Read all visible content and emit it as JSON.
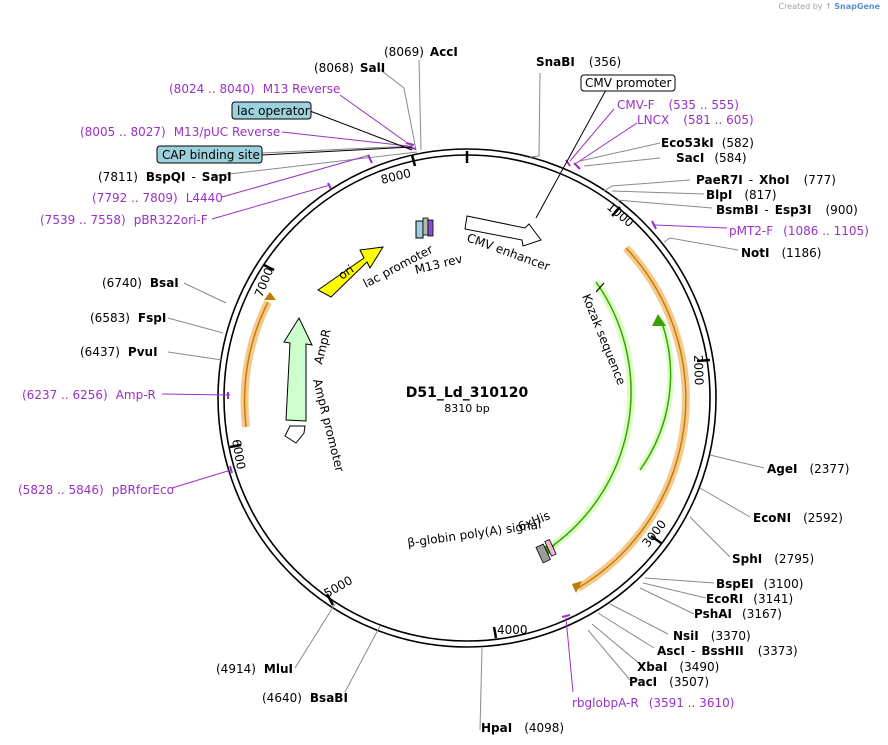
{
  "creator": {
    "prefix": "Created by",
    "brand": "SnapGene"
  },
  "plasmid": {
    "name": "D51_Ld_310120",
    "size": "8310 bp"
  },
  "ticks": [
    "1000",
    "2000",
    "3000",
    "4000",
    "5000",
    "6000",
    "7000",
    "8000"
  ],
  "enzymes": [
    {
      "name": "AccI",
      "pos": "(8069)"
    },
    {
      "name": "SalI",
      "pos": "(8068)"
    },
    {
      "name": "SnaBI",
      "pos": "(356)"
    },
    {
      "name": "Eco53kI",
      "pos": "(582)"
    },
    {
      "name": "SacI",
      "pos": "(584)"
    },
    {
      "name": "PaeR7I",
      "name2": "XhoI",
      "pos": "(777)"
    },
    {
      "name": "BlpI",
      "pos": "(817)"
    },
    {
      "name": "BsmBI",
      "name2": "Esp3I",
      "pos": "(900)"
    },
    {
      "name": "NotI",
      "pos": "(1186)"
    },
    {
      "name": "AgeI",
      "pos": "(2377)"
    },
    {
      "name": "EcoNI",
      "pos": "(2592)"
    },
    {
      "name": "SphI",
      "pos": "(2795)"
    },
    {
      "name": "BspEI",
      "pos": "(3100)"
    },
    {
      "name": "EcoRI",
      "pos": "(3141)"
    },
    {
      "name": "PshAI",
      "pos": "(3167)"
    },
    {
      "name": "NsiI",
      "pos": "(3370)"
    },
    {
      "name": "AscI",
      "name2": "BssHII",
      "pos": "(3373)"
    },
    {
      "name": "XbaI",
      "pos": "(3490)"
    },
    {
      "name": "PacI",
      "pos": "(3507)"
    },
    {
      "name": "HpaI",
      "pos": "(4098)"
    },
    {
      "name": "BsaBI",
      "pos": "(4640)"
    },
    {
      "name": "MluI",
      "pos": "(4914)"
    },
    {
      "name": "PvuI",
      "pos": "(6437)"
    },
    {
      "name": "FspI",
      "pos": "(6583)"
    },
    {
      "name": "BsaI",
      "pos": "(6740)"
    },
    {
      "name": "BspQI",
      "name2": "SapI",
      "pos": "(7811)"
    }
  ],
  "primers": [
    {
      "name": "M13 Reverse",
      "range": "(8024 .. 8040)"
    },
    {
      "name": "M13/pUC Reverse",
      "range": "(8005 .. 8027)"
    },
    {
      "name": "L4440",
      "range": "(7792 .. 7809)"
    },
    {
      "name": "pBR322ori-F",
      "range": "(7539 .. 7558)"
    },
    {
      "name": "CMV-F",
      "range": "(535 .. 555)"
    },
    {
      "name": "LNCX",
      "range": "(581 .. 605)"
    },
    {
      "name": "pMT2-F",
      "range": "(1086 .. 1105)"
    },
    {
      "name": "Amp-R",
      "range": "(6237 .. 6256)"
    },
    {
      "name": "pBRforEco",
      "range": "(5828 .. 5846)"
    },
    {
      "name": "rbglobpA-R",
      "range": "(3591 .. 3610)"
    }
  ],
  "boxed_features": {
    "lac_operator": "lac operator",
    "cap_site": "CAP binding site",
    "cmv_promoter": "CMV promoter"
  },
  "features": {
    "cmv_enhancer": "CMV enhancer",
    "kozak": "Kozak sequence",
    "his": "6xHis",
    "polya": "β-globin poly(A) signal",
    "ori": "ori",
    "ampr": "AmpR",
    "ampr_promoter": "AmpR promoter",
    "lac_promoter": "lac promoter",
    "m13_rev": "M13 rev"
  },
  "colors": {
    "ori": "#ffff00",
    "ampr": "#ccffcc",
    "primer": "#9b30c8",
    "orange": "#f5c98a",
    "green": "#3aa200",
    "boxed": "#9bd0dc"
  }
}
